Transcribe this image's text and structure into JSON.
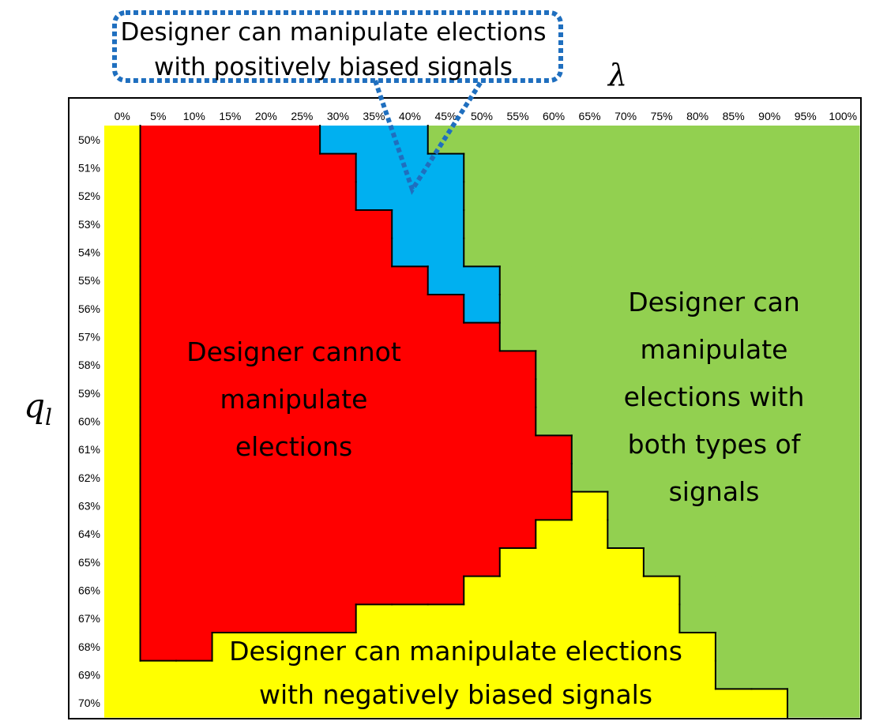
{
  "chart_data": {
    "type": "heatmap",
    "title": "",
    "xlabel": "λ",
    "ylabel": "q_l",
    "x_tick_labels": [
      "0%",
      "5%",
      "10%",
      "15%",
      "20%",
      "25%",
      "30%",
      "35%",
      "40%",
      "45%",
      "50%",
      "55%",
      "60%",
      "65%",
      "70%",
      "75%",
      "80%",
      "85%",
      "90%",
      "95%",
      "100%"
    ],
    "y_tick_labels": [
      "50%",
      "51%",
      "52%",
      "53%",
      "54%",
      "55%",
      "56%",
      "57%",
      "58%",
      "59%",
      "60%",
      "61%",
      "62%",
      "63%",
      "64%",
      "65%",
      "66%",
      "67%",
      "68%",
      "69%",
      "70%"
    ],
    "regions": [
      {
        "key": "Y",
        "color": "#ffff00",
        "label": "Designer can manipulate elections with negatively biased signals",
        "label_lines": [
          "Designer can manipulate elections",
          "with negatively biased signals"
        ]
      },
      {
        "key": "R",
        "color": "#ff0000",
        "label": "Designer cannot manipulate elections",
        "label_lines": [
          "Designer cannot",
          "manipulate",
          "elections"
        ]
      },
      {
        "key": "B",
        "color": "#00b0f0",
        "label": "Designer can manipulate elections with positively biased signals",
        "label_lines": [
          "Designer can manipulate elections",
          "with positively biased signals"
        ]
      },
      {
        "key": "G",
        "color": "#92d050",
        "label": "Designer can manipulate elections with both types of signals",
        "label_lines": [
          "Designer can",
          "manipulate",
          "elections with",
          "both types of",
          "signals"
        ]
      }
    ],
    "grid_rows": [
      "YRRRRRBBBGGGGGGGGGGGG",
      "YRRRRRRBBBGGGGGGGGGGG",
      "YRRRRRRBBBGGGGGGGGGGG",
      "YRRRRRRRBBGGGGGGGGGGG",
      "YRRRRRRRBBGGGGGGGGGGG",
      "YRRRRRRRRBBGGGGGGGGGG",
      "YRRRRRRRRRBGGGGGGGGGG",
      "YRRRRRRRRRRGGGGGGGGGG",
      "YRRRRRRRRRRRGGGGGGGGG",
      "YRRRRRRRRRRRGGGGGGGGG",
      "YRRRRRRRRRRRGGGGGGGGG",
      "YRRRRRRRRRRRRGGGGGGGG",
      "YRRRRRRRRRRRRGGGGGGGG",
      "YRRRRRRRRRRRRYGGGGGGG",
      "YRRRRRRRRRRRYYGGGGGGG",
      "YRRRRRRRRRRYYYYGGGGGG",
      "YRRRRRRRRRYYYYYYGGGGG",
      "YRRRRRRYYYYYYYYYGGGGG",
      "YRRYYYYYYYYYYYYYYGGGG",
      "YYYYYYYYYYYYYYYYYGGGG",
      "YYYYYYYYYYYYYYYYYYYGG"
    ]
  }
}
